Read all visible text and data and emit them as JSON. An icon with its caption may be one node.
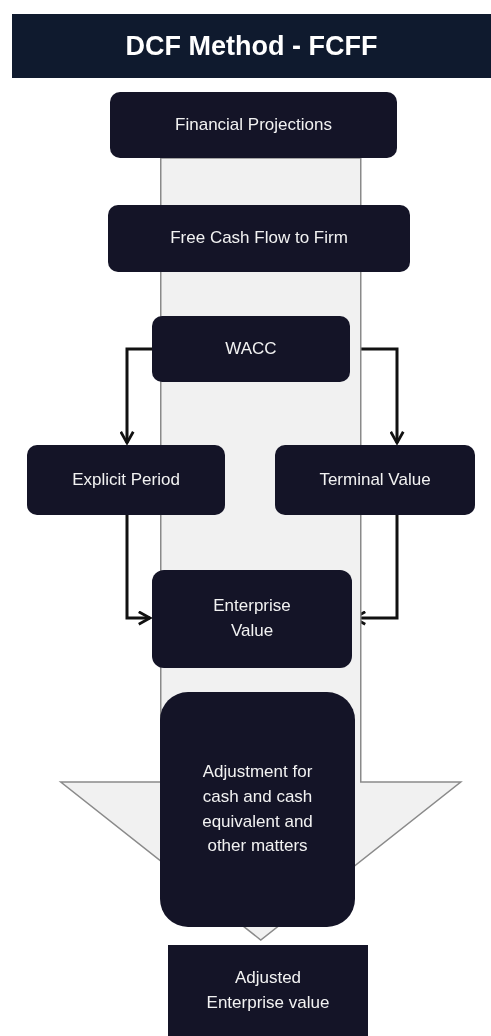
{
  "diagram": {
    "title": "DCF Method - FCFF",
    "nodes": [
      {
        "text": [
          "Financial Projections"
        ]
      },
      {
        "text": [
          "Free Cash Flow to Firm"
        ]
      },
      {
        "text": [
          "WACC"
        ]
      },
      {
        "text": [
          "Explicit Period"
        ]
      },
      {
        "text": [
          "Terminal Value"
        ]
      },
      {
        "text": [
          "Enterprise Value"
        ]
      },
      {
        "text": [
          "Adjustment for cash and cash equivalent and other matters"
        ]
      },
      {
        "text": [
          "Adjusted Enterprise value"
        ]
      }
    ],
    "edges": [
      {
        "from": 2,
        "to": 3,
        "arrow": "to"
      },
      {
        "from": 2,
        "to": 4,
        "arrow": "to"
      },
      {
        "from": 3,
        "to": 5,
        "arrow": "to"
      },
      {
        "from": 4,
        "to": 5,
        "arrow": "to"
      },
      {
        "from": 0,
        "to": 7,
        "arrow": "to",
        "style": "thick",
        "color": "#f1f1f1"
      }
    ]
  }
}
